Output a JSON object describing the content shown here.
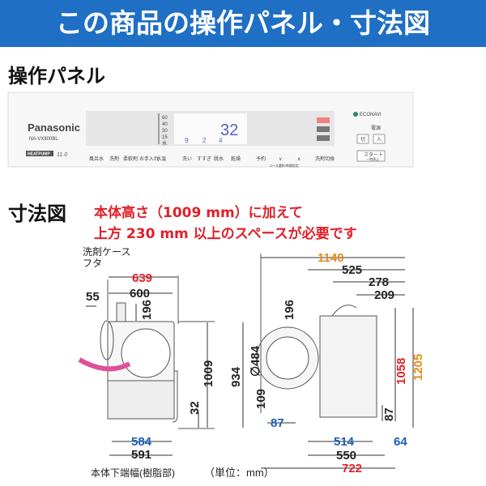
{
  "header": {
    "title": "この商品の操作パネル・寸法図"
  },
  "panel_section": {
    "title": "操作パネル"
  },
  "panel": {
    "brand": "Panasonic",
    "model": "NA-VX800BL",
    "heatpump": "HEATPUMP",
    "capacity": "11.0",
    "temps": [
      "60",
      "40",
      "30",
      "15",
      "水"
    ],
    "display_value": "32",
    "display_small": [
      "9",
      "2",
      "4"
    ],
    "econavi": "ECONAVI",
    "power_label": "電源",
    "off": "切",
    "on": "入",
    "start": "スタート",
    "start_sub": "一時停止",
    "buttons": [
      "風呂水",
      "洗剤",
      "柔軟剤",
      "お手入れ",
      "水温",
      "洗い",
      "すすぎ",
      "脱水",
      "乾燥",
      "予約",
      "∨",
      "∧",
      "洗剤切換"
    ],
    "course_label": "コース選択/時間設定"
  },
  "dim_section": {
    "title": "寸法図",
    "note_line1": "本体高さ（1009 mm）に加えて",
    "note_line2": "上方 230 mm 以上のスペースが必要です"
  },
  "side_view": {
    "detergent_lid": [
      "洗剤ケース",
      "フタ"
    ],
    "w639": "639",
    "w600": "600",
    "d55": "55",
    "h196": "196",
    "h1009": "1009",
    "h32": "32",
    "w584": "584",
    "w591": "591",
    "base_label": "本体下端幅(樹脂部)"
  },
  "front_view": {
    "h934": "934",
    "h196": "196",
    "door": "∅484",
    "h109": "109",
    "h87": "87"
  },
  "top_view": {
    "w1140": "1140",
    "w525": "525",
    "w278": "278",
    "w209": "209",
    "h1058": "1058",
    "h1205": "1205",
    "h87": "87",
    "w514": "514",
    "w64": "64",
    "w550": "550",
    "w722": "722"
  },
  "unit": "（単位：mm）",
  "colors": {
    "header": "#1f6fc5",
    "red": "#e0202a",
    "orange": "#e8891a",
    "blue": "#1a5fb4",
    "arrow": "#e0509a"
  }
}
